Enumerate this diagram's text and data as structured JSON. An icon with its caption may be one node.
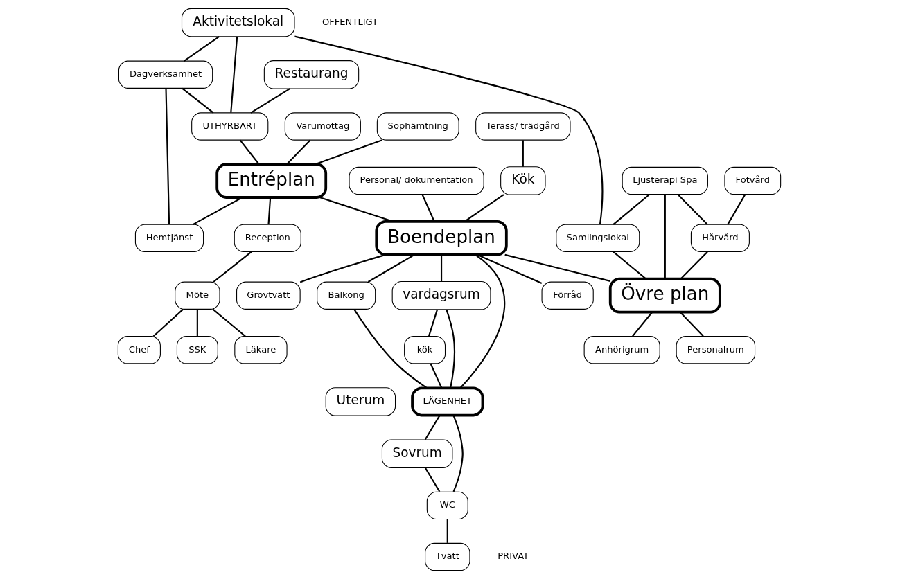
{
  "diagram": {
    "nodes": [
      {
        "text": [
          "Uterum"
        ]
      },
      {
        "text": [
          "Aktivitetslokal"
        ]
      },
      {
        "text": [
          "Samlingslokal"
        ]
      },
      {
        "text": [
          "Restaurang"
        ]
      },
      {
        "text": [
          "Dagverksamhet"
        ]
      },
      {
        "text": [
          "Terass/ trädgård"
        ]
      },
      {
        "text": [
          "Fotvård"
        ]
      },
      {
        "text": [
          "UTHYRBART"
        ]
      },
      {
        "text": [
          "Personal/ dokumentation"
        ]
      },
      {
        "text": [
          "Kök"
        ]
      },
      {
        "text": [
          "Ljusterapi Spa"
        ]
      },
      {
        "text": [
          "Hårvård"
        ]
      },
      {
        "text": [
          "Varumottag"
        ]
      },
      {
        "text": [
          "Entréplan"
        ]
      },
      {
        "text": [
          "Boendeplan"
        ]
      },
      {
        "text": [
          "Grovtvätt"
        ]
      },
      {
        "text": [
          "Övre plan"
        ]
      },
      {
        "text": [
          "Sophämtning"
        ]
      },
      {
        "text": [
          "Förråd"
        ]
      },
      {
        "text": [
          "Reception"
        ]
      },
      {
        "text": [
          "Hemtjänst"
        ]
      },
      {
        "text": [
          "Personalrum"
        ]
      },
      {
        "text": [
          "Möte"
        ]
      },
      {
        "text": [
          "vardagsrum"
        ]
      },
      {
        "text": [
          "kök"
        ]
      },
      {
        "text": [
          "Anhörigrum"
        ]
      },
      {
        "text": [
          "Chef"
        ]
      },
      {
        "text": [
          "SSK"
        ]
      },
      {
        "text": [
          "Läkare"
        ]
      },
      {
        "text": [
          "Balkong"
        ]
      },
      {
        "text": [
          "LÄGENHET"
        ]
      },
      {
        "text": [
          "Sovrum"
        ]
      },
      {
        "text": [
          "WC"
        ]
      },
      {
        "text": [
          "Tvätt"
        ]
      }
    ],
    "edges": [
      {
        "from": 1,
        "to": 2,
        "arrow": "none"
      },
      {
        "from": 1,
        "to": 7,
        "arrow": "none"
      },
      {
        "from": 1,
        "to": 4,
        "arrow": "none"
      },
      {
        "from": 3,
        "to": 7,
        "arrow": "none"
      },
      {
        "from": 4,
        "to": 7,
        "arrow": "none"
      },
      {
        "from": 4,
        "to": 20,
        "arrow": "none"
      },
      {
        "from": 7,
        "to": 13,
        "arrow": "none"
      },
      {
        "from": 12,
        "to": 13,
        "arrow": "none"
      },
      {
        "from": 17,
        "to": 13,
        "arrow": "none"
      },
      {
        "from": 13,
        "to": 14,
        "arrow": "none"
      },
      {
        "from": 13,
        "to": 19,
        "arrow": "none"
      },
      {
        "from": 13,
        "to": 20,
        "arrow": "none"
      },
      {
        "from": 19,
        "to": 22,
        "arrow": "none"
      },
      {
        "from": 22,
        "to": 26,
        "arrow": "none"
      },
      {
        "from": 22,
        "to": 27,
        "arrow": "none"
      },
      {
        "from": 22,
        "to": 28,
        "arrow": "none"
      },
      {
        "from": 5,
        "to": 9,
        "arrow": "none"
      },
      {
        "from": 8,
        "to": 14,
        "arrow": "none"
      },
      {
        "from": 9,
        "to": 14,
        "arrow": "none"
      },
      {
        "from": 14,
        "to": 15,
        "arrow": "none"
      },
      {
        "from": 14,
        "to": 18,
        "arrow": "none"
      },
      {
        "from": 14,
        "to": 16,
        "arrow": "none"
      },
      {
        "from": 2,
        "to": 16,
        "arrow": "none"
      },
      {
        "from": 10,
        "to": 2,
        "arrow": "none"
      },
      {
        "from": 10,
        "to": 16,
        "arrow": "none"
      },
      {
        "from": 10,
        "to": 11,
        "arrow": "none"
      },
      {
        "from": 6,
        "to": 11,
        "arrow": "none"
      },
      {
        "from": 11,
        "to": 16,
        "arrow": "none"
      },
      {
        "from": 16,
        "to": 21,
        "arrow": "none"
      },
      {
        "from": 16,
        "to": 25,
        "arrow": "none"
      },
      {
        "from": 14,
        "to": 29,
        "arrow": "none"
      },
      {
        "from": 14,
        "to": 30,
        "arrow": "none"
      },
      {
        "from": 14,
        "to": 23,
        "arrow": "none"
      },
      {
        "from": 23,
        "to": 24,
        "arrow": "none"
      },
      {
        "from": 23,
        "to": 30,
        "arrow": "none"
      },
      {
        "from": 24,
        "to": 30,
        "arrow": "none"
      },
      {
        "from": 29,
        "to": 30,
        "arrow": "none"
      },
      {
        "from": 30,
        "to": 31,
        "arrow": "none"
      },
      {
        "from": 30,
        "to": 32,
        "arrow": "none"
      },
      {
        "from": 31,
        "to": 32,
        "arrow": "none"
      },
      {
        "from": 32,
        "to": 33,
        "arrow": "none"
      }
    ],
    "labels": [
      "OFFENTLIGT",
      "PRIVAT"
    ]
  }
}
